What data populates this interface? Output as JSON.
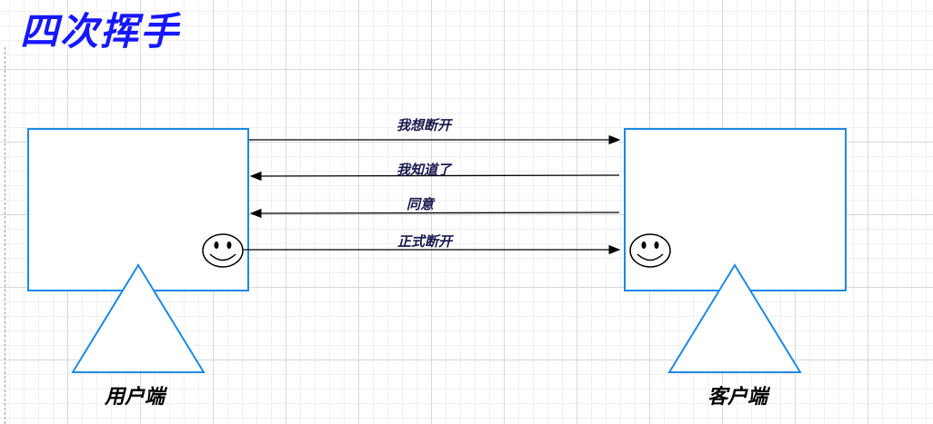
{
  "title": "四次挥手",
  "nodes": {
    "user": {
      "label": "用户端"
    },
    "client": {
      "label": "客户端"
    }
  },
  "messages": [
    {
      "label": "我想断开",
      "direction": "left-to-right"
    },
    {
      "label": "我知道了",
      "direction": "right-to-left"
    },
    {
      "label": "同意",
      "direction": "right-to-left"
    },
    {
      "label": "正式断开",
      "direction": "left-to-right"
    }
  ],
  "colors": {
    "title": "#1717ff",
    "box_stroke": "#1e88e5",
    "arrow": "#000000"
  },
  "icons": {
    "user_face": "smiley-icon",
    "client_face": "smiley-icon"
  }
}
